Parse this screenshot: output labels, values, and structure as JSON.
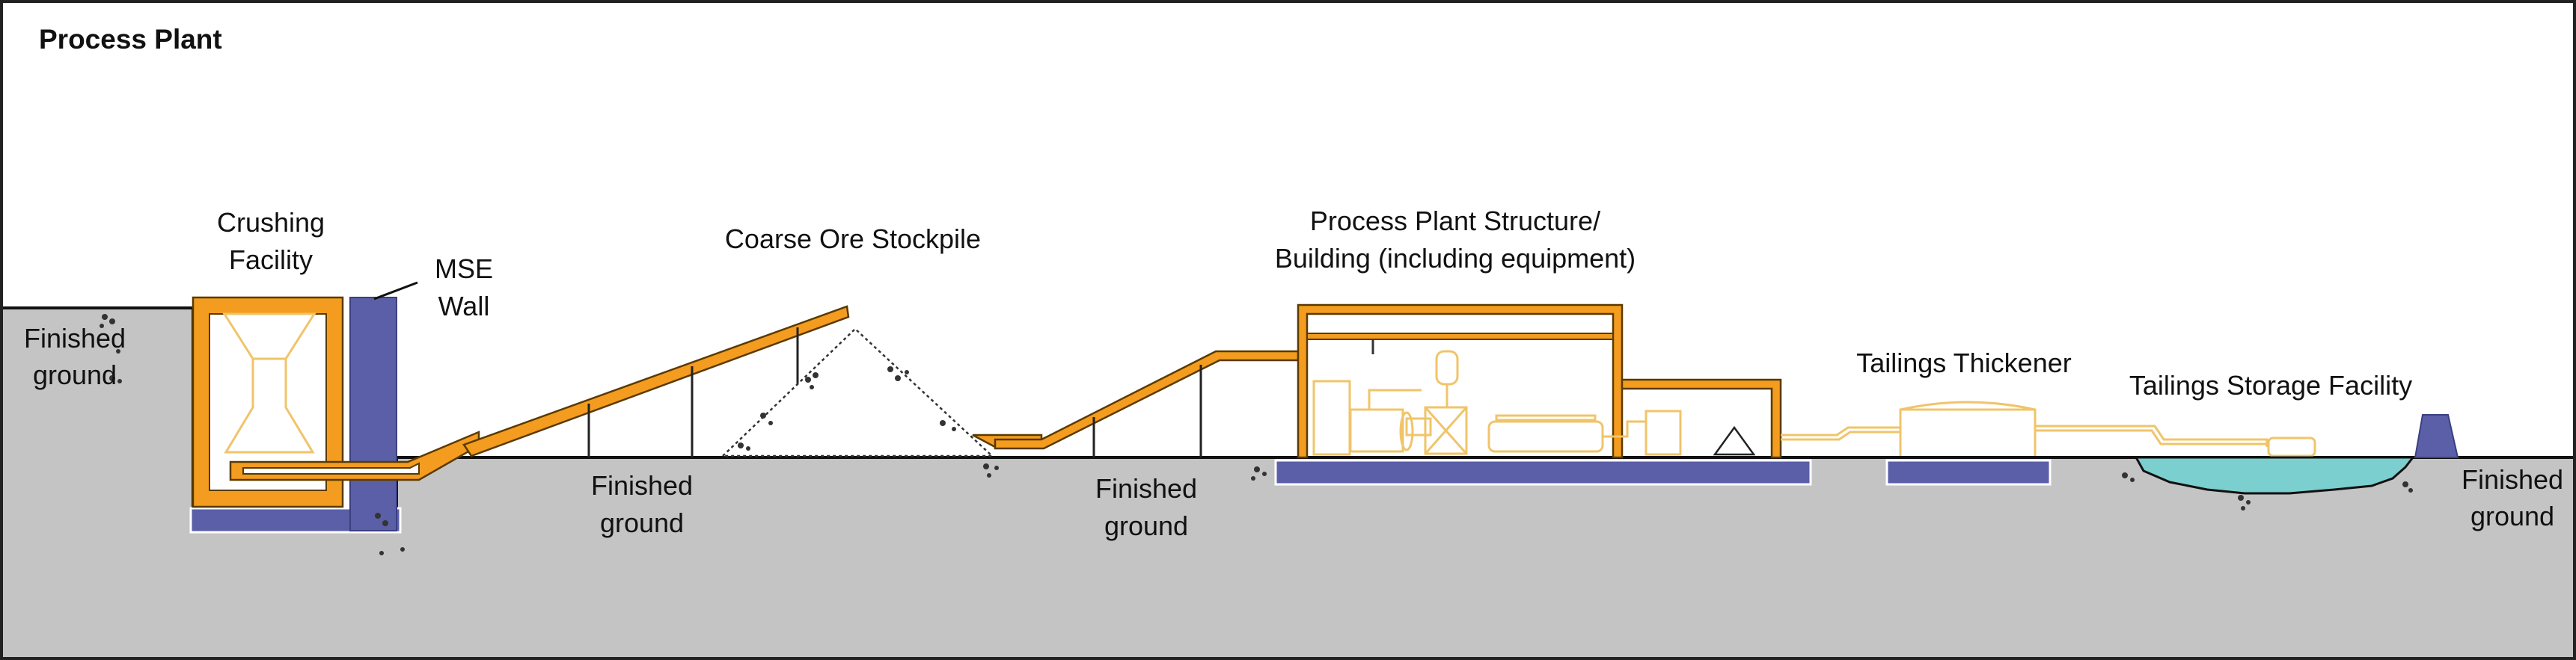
{
  "diagram": {
    "title": "Process Plant",
    "labels": {
      "crushing_facility_line1": "Crushing",
      "crushing_facility_line2": "Facility",
      "mse_wall_line1": "MSE",
      "mse_wall_line2": "Wall",
      "coarse_ore_stockpile": "Coarse Ore Stockpile",
      "process_plant_line1": "Process Plant Structure/",
      "process_plant_line2": "Building (including equipment)",
      "tailings_thickener": "Tailings Thickener",
      "tailings_storage_facility": "Tailings Storage Facility",
      "finished_ground_line1": "Finished",
      "finished_ground_line2": "ground"
    },
    "colors": {
      "ground": "#c4c4c4",
      "conveyor": "#f39c1f",
      "foundation": "#5b5fa8",
      "equipment_outline": "#f0c46a",
      "water": "#7ccfcf",
      "border": "#222222"
    }
  }
}
